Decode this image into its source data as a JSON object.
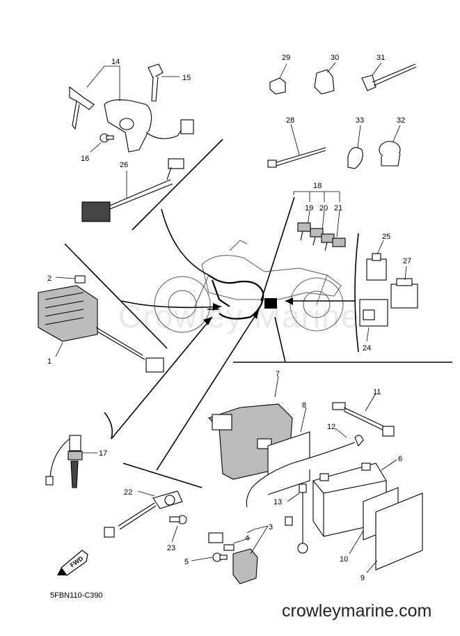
{
  "watermark": "Crowley Marine",
  "diagram_code": "5FBN110-C390",
  "website": "crowleymarine.com",
  "fwd_label": "FWD",
  "callouts": {
    "c1": "1",
    "c2": "2",
    "c3": "3",
    "c4": "4",
    "c5": "5",
    "c6": "6",
    "c7": "7",
    "c8": "8",
    "c9": "9",
    "c10": "10",
    "c11": "11",
    "c12": "12",
    "c13": "13",
    "c14": "14",
    "c15": "15",
    "c16": "16",
    "c17": "17",
    "c18": "18",
    "c19": "19",
    "c20": "20",
    "c21": "21",
    "c22": "22",
    "c23": "23",
    "c24": "24",
    "c25": "25",
    "c26": "26",
    "c27": "27",
    "c28": "28",
    "c29": "29",
    "c30": "30",
    "c31": "31",
    "c32": "32",
    "c33": "33"
  }
}
